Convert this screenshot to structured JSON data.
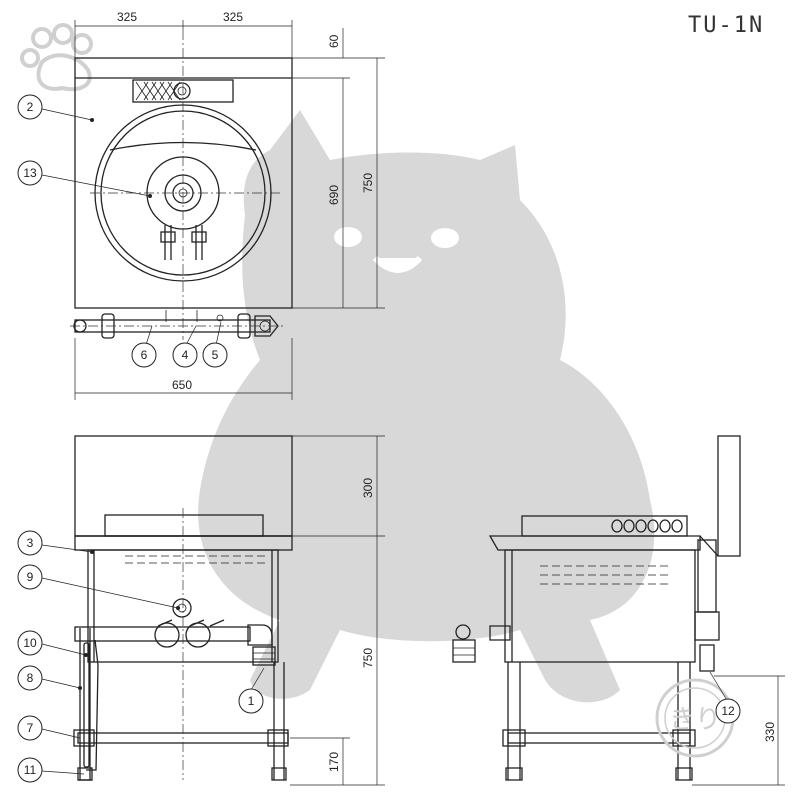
{
  "title": "TU-1N",
  "dimensions": {
    "top_left_half": "325",
    "top_right_half": "325",
    "top_margin": "60",
    "inner_depth": "690",
    "outer_depth": "750",
    "width": "650",
    "hood_height": "300",
    "body_height": "750",
    "lower_shelf": "170",
    "side_drain": "330"
  },
  "parts": [
    "1",
    "2",
    "3",
    "4",
    "5",
    "6",
    "7",
    "8",
    "9",
    "10",
    "11",
    "12",
    "13"
  ],
  "stamp_text": "きり",
  "colors": {
    "line": "#222222",
    "watermark": "#d8d8d8"
  }
}
